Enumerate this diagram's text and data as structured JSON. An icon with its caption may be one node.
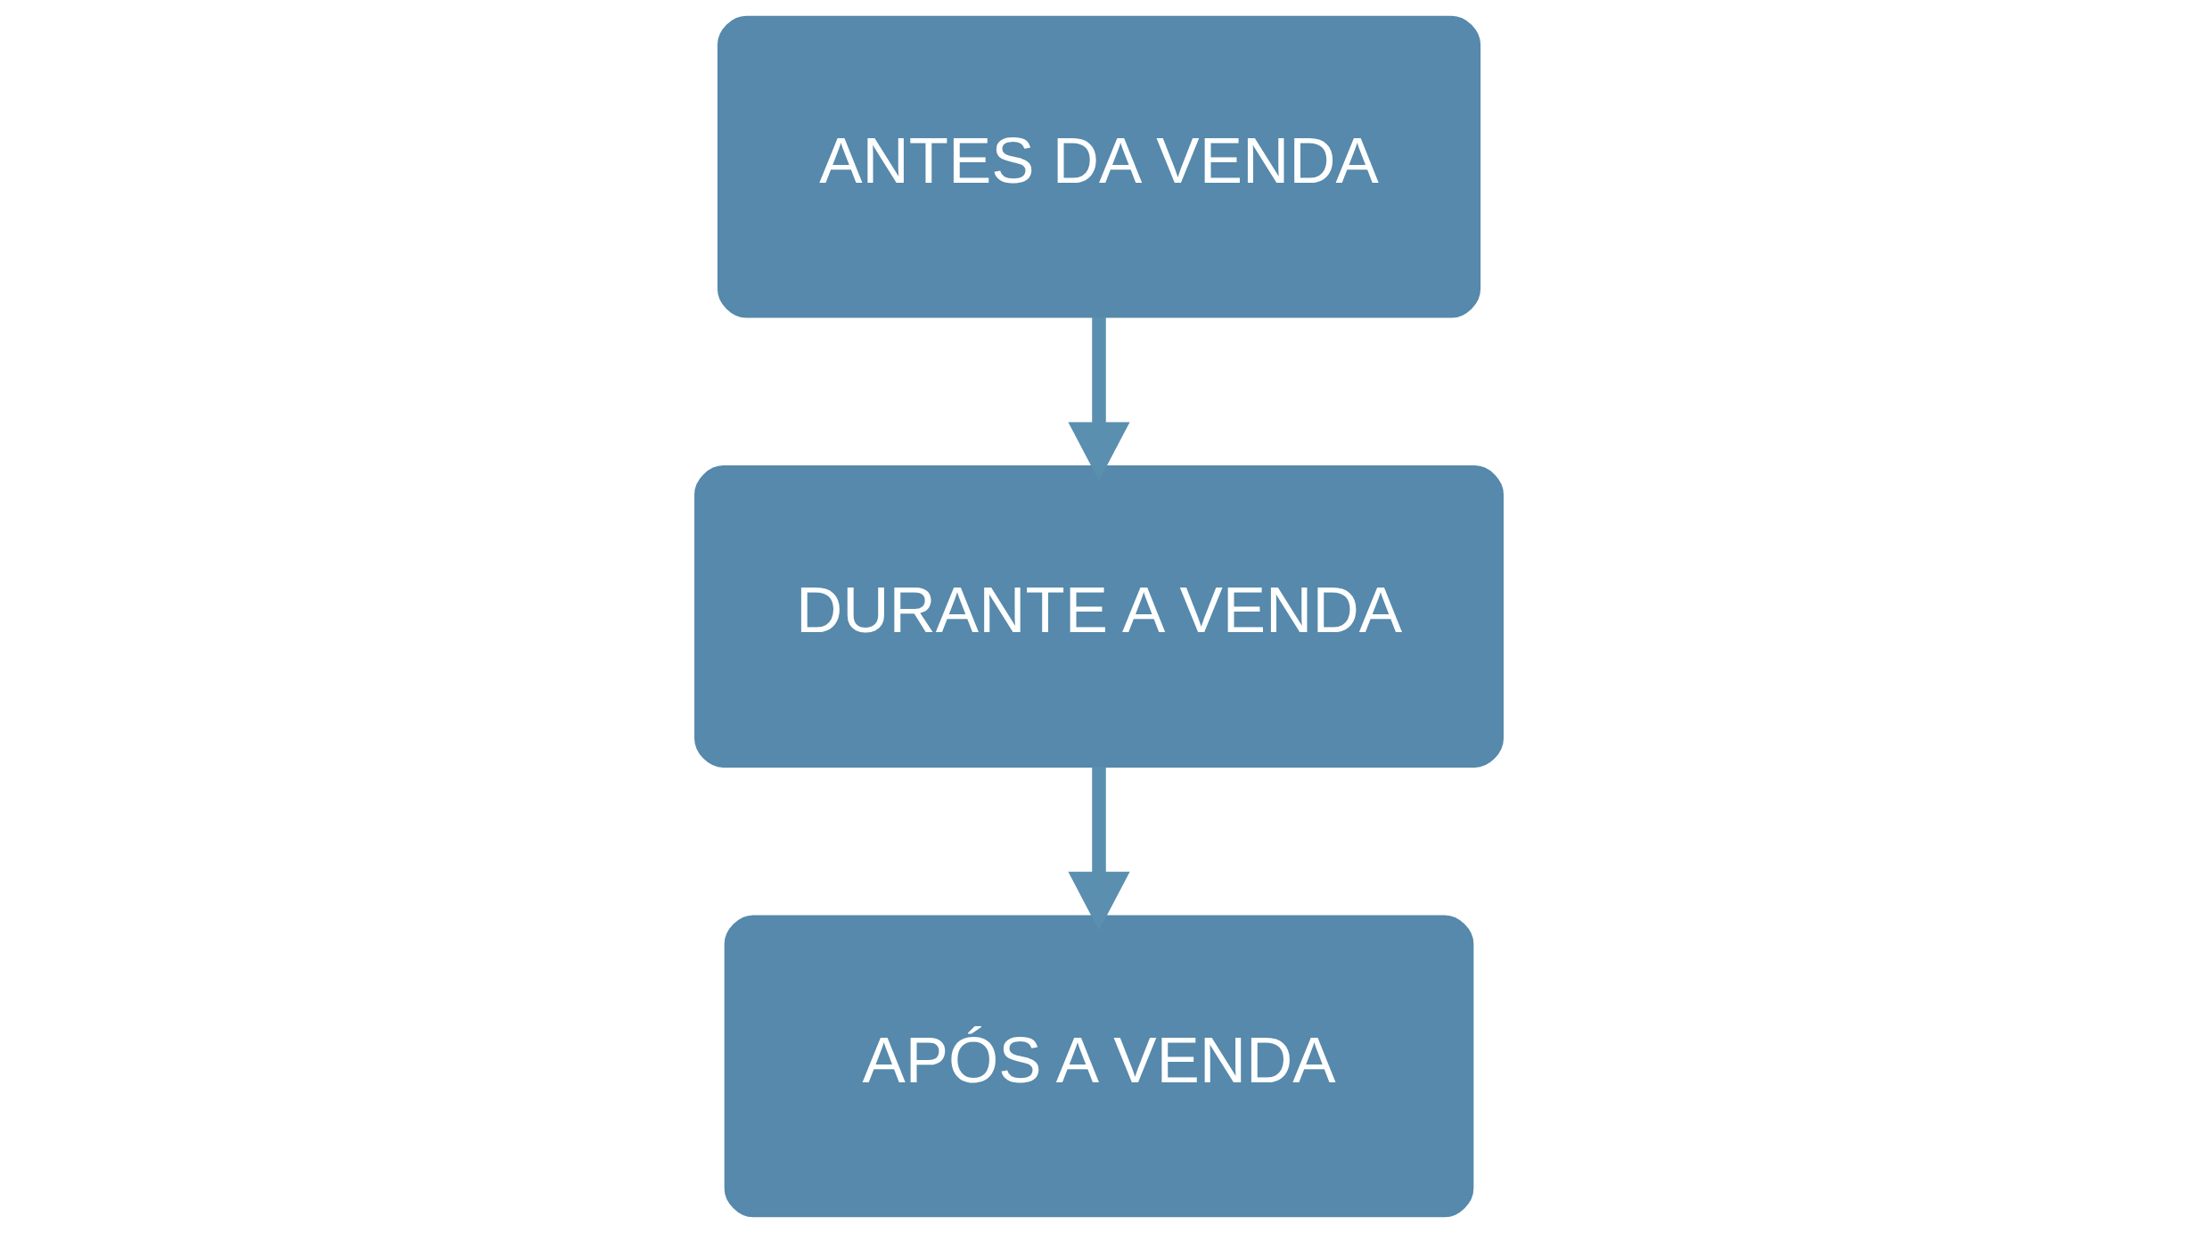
{
  "diagram": {
    "nodes": [
      {
        "text": [
          "ANTES DA VENDA"
        ]
      },
      {
        "text": [
          "DURANTE A VENDA"
        ]
      },
      {
        "text": [
          "APÓS A VENDA"
        ]
      }
    ],
    "edges": [
      {
        "from": 0,
        "to": 1,
        "arrow": "to"
      },
      {
        "from": 1,
        "to": 2,
        "arrow": "to"
      }
    ]
  }
}
